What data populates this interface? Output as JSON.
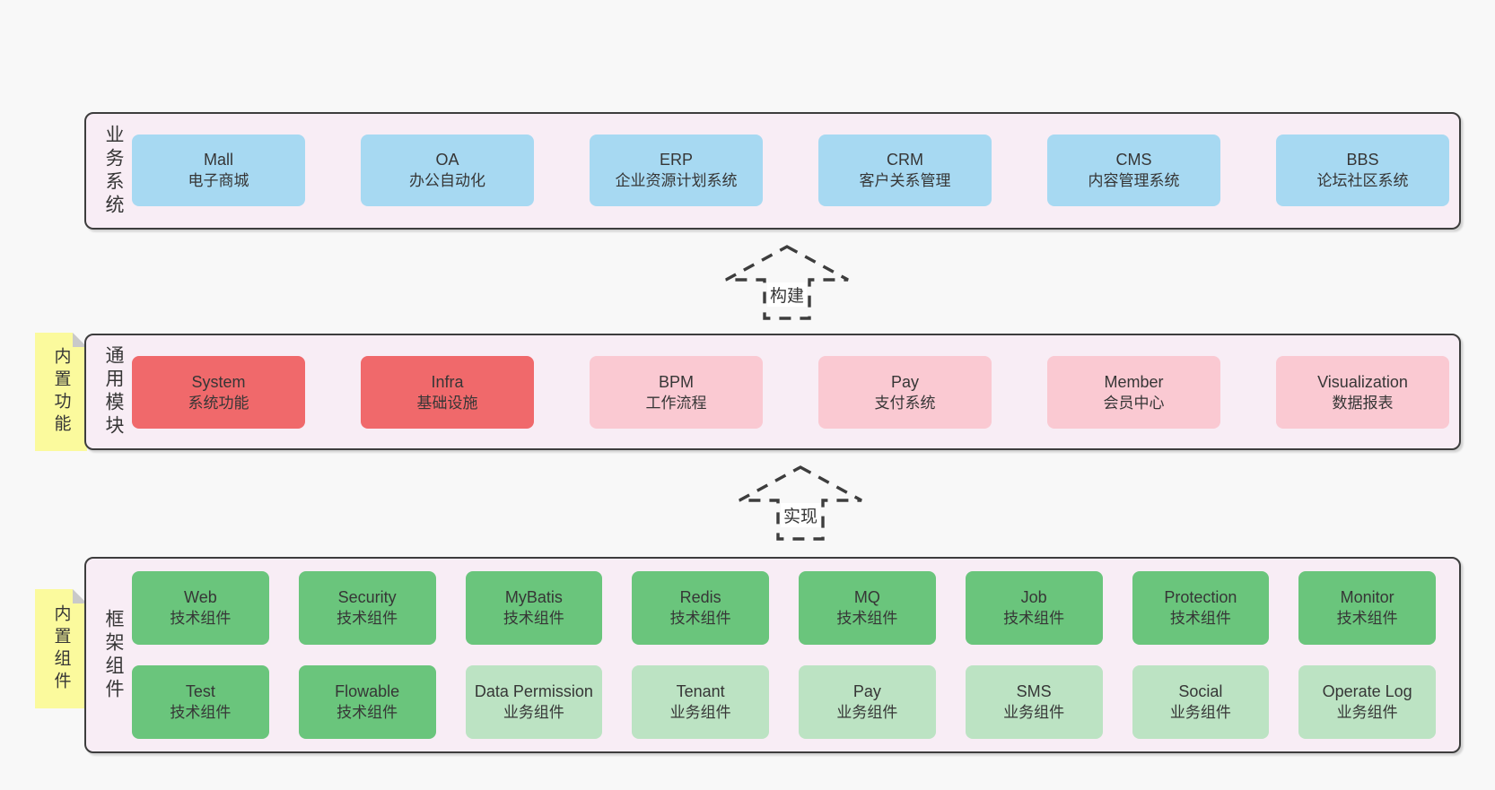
{
  "colors": {
    "page_bg": "#f8f8f8",
    "layer_bg": "#f8edf5",
    "layer_border": "#3d3d3d",
    "box_blue": "#a7d9f2",
    "box_red": "#f0696b",
    "box_pink": "#fac9d2",
    "box_green": "#6ac57c",
    "box_light_green": "#bce3c3",
    "note_yellow": "#fbfa9d",
    "note_fold_gray": "#c9c9c9",
    "text": "#363636"
  },
  "layers": {
    "business": {
      "label": "业务系统",
      "boxes": [
        {
          "en": "Mall",
          "zh": "电子商城",
          "variant": "blue"
        },
        {
          "en": "OA",
          "zh": "办公自动化",
          "variant": "blue"
        },
        {
          "en": "ERP",
          "zh": "企业资源计划系统",
          "variant": "blue"
        },
        {
          "en": "CRM",
          "zh": "客户关系管理",
          "variant": "blue"
        },
        {
          "en": "CMS",
          "zh": "内容管理系统",
          "variant": "blue"
        },
        {
          "en": "BBS",
          "zh": "论坛社区系统",
          "variant": "blue"
        }
      ]
    },
    "modules": {
      "label": "通用模块",
      "note": "内置功能",
      "boxes": [
        {
          "en": "System",
          "zh": "系统功能",
          "variant": "red"
        },
        {
          "en": "Infra",
          "zh": "基础设施",
          "variant": "red"
        },
        {
          "en": "BPM",
          "zh": "工作流程",
          "variant": "pink"
        },
        {
          "en": "Pay",
          "zh": "支付系统",
          "variant": "pink"
        },
        {
          "en": "Member",
          "zh": "会员中心",
          "variant": "pink"
        },
        {
          "en": "Visualization",
          "zh": "数据报表",
          "variant": "pink"
        }
      ]
    },
    "components": {
      "label": "框架组件",
      "note": "内置组件",
      "row1": [
        {
          "en": "Web",
          "zh": "技术组件",
          "variant": "green"
        },
        {
          "en": "Security",
          "zh": "技术组件",
          "variant": "green"
        },
        {
          "en": "MyBatis",
          "zh": "技术组件",
          "variant": "green"
        },
        {
          "en": "Redis",
          "zh": "技术组件",
          "variant": "green"
        },
        {
          "en": "MQ",
          "zh": "技术组件",
          "variant": "green"
        },
        {
          "en": "Job",
          "zh": "技术组件",
          "variant": "green"
        },
        {
          "en": "Protection",
          "zh": "技术组件",
          "variant": "green"
        },
        {
          "en": "Monitor",
          "zh": "技术组件",
          "variant": "green"
        }
      ],
      "row2": [
        {
          "en": "Test",
          "zh": "技术组件",
          "variant": "green"
        },
        {
          "en": "Flowable",
          "zh": "技术组件",
          "variant": "green"
        },
        {
          "en": "Data Permission",
          "zh": "业务组件",
          "variant": "lightgreen"
        },
        {
          "en": "Tenant",
          "zh": "业务组件",
          "variant": "lightgreen"
        },
        {
          "en": "Pay",
          "zh": "业务组件",
          "variant": "lightgreen"
        },
        {
          "en": "SMS",
          "zh": "业务组件",
          "variant": "lightgreen"
        },
        {
          "en": "Social",
          "zh": "业务组件",
          "variant": "lightgreen"
        },
        {
          "en": "Operate Log",
          "zh": "业务组件",
          "variant": "lightgreen"
        }
      ]
    }
  },
  "arrows": [
    {
      "label": "构建"
    },
    {
      "label": "实现"
    }
  ]
}
